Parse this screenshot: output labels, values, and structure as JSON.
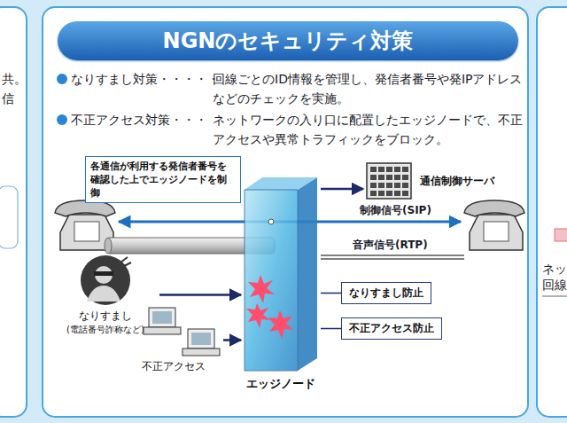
{
  "diagram": {
    "title": "NGNのセキュリティ対策",
    "nodes": [
      {
        "text": [
          "各通信が利用する発信者番号を確認した上でエッジノードを制御"
        ]
      },
      {
        "text": [
          "通信制御サーバ"
        ]
      },
      {
        "text": [
          "エッジノード"
        ]
      },
      {
        "text": [
          "なりすまし防止"
        ]
      },
      {
        "text": [
          "なりすまし",
          "(電話番号詐称など)"
        ]
      },
      {
        "text": [
          "不正アクセス防止"
        ]
      },
      {
        "text": [
          "不正アクセス"
        ]
      }
    ],
    "edges": [
      {
        "from": 0,
        "to": 2,
        "arrow": "none"
      },
      {
        "from": 2,
        "to": 1,
        "arrow": "to"
      },
      {
        "from": 3,
        "to": 2,
        "arrow": "none"
      },
      {
        "from": 4,
        "to": 2,
        "arrow": "to"
      },
      {
        "from": 5,
        "to": 2,
        "arrow": "none"
      },
      {
        "from": 6,
        "to": 2,
        "arrow": "to"
      }
    ],
    "labels": [
      "なりすまし対策・・・・・",
      "回線ごとのID情報を管理し、発信者番号や発IPアドレスなどのチェックを実施。",
      "不正アクセス対策・・・",
      "ネットワークの入り口に配置したエッジノードで、不正アクセスや異常トラフィックをブロック。",
      "制御信号(SIP)",
      "音声信号(RTP)",
      "共。",
      "信",
      "ネッ",
      "回線"
    ]
  }
}
